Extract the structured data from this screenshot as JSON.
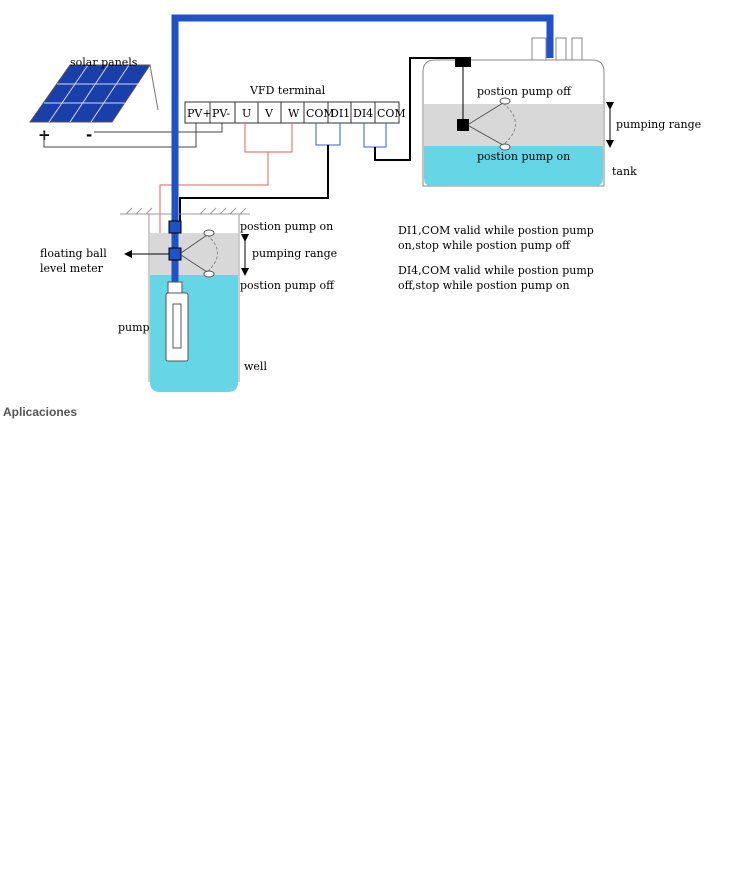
{
  "diagram": {
    "solar_label": "solar panels",
    "plus_sign": "+",
    "minus_sign": "-",
    "vfd_title": "VFD terminal",
    "terminals": [
      "PV+",
      "PV-",
      "U",
      "V",
      "W",
      "COM",
      "DI1",
      "DI4",
      "COM"
    ],
    "tank": {
      "label": "tank",
      "top_label": "postion pump off",
      "bottom_label": "postion pump on",
      "range_label": "pumping range"
    },
    "well": {
      "label": "well",
      "top_label": "postion pump on",
      "bottom_label": "postion pump off",
      "range_label": "pumping range",
      "float_label_line1": "floating ball",
      "float_label_line2": "level meter",
      "pump_label": "pump"
    },
    "notes": [
      "DI1,COM valid while postion pump",
      "on,stop while postion pump off",
      "DI4,COM valid while postion pump",
      "off,stop while postion pump on"
    ],
    "colors": {
      "water": "#66d6e6",
      "range_band": "#d8d8d8",
      "pipe": "#1f52c6",
      "red_wire": "#e06060",
      "blue_wire": "#3a5fcf",
      "panel": "#1a3fa8"
    }
  },
  "page": {
    "heading": "Aplicaciones"
  }
}
